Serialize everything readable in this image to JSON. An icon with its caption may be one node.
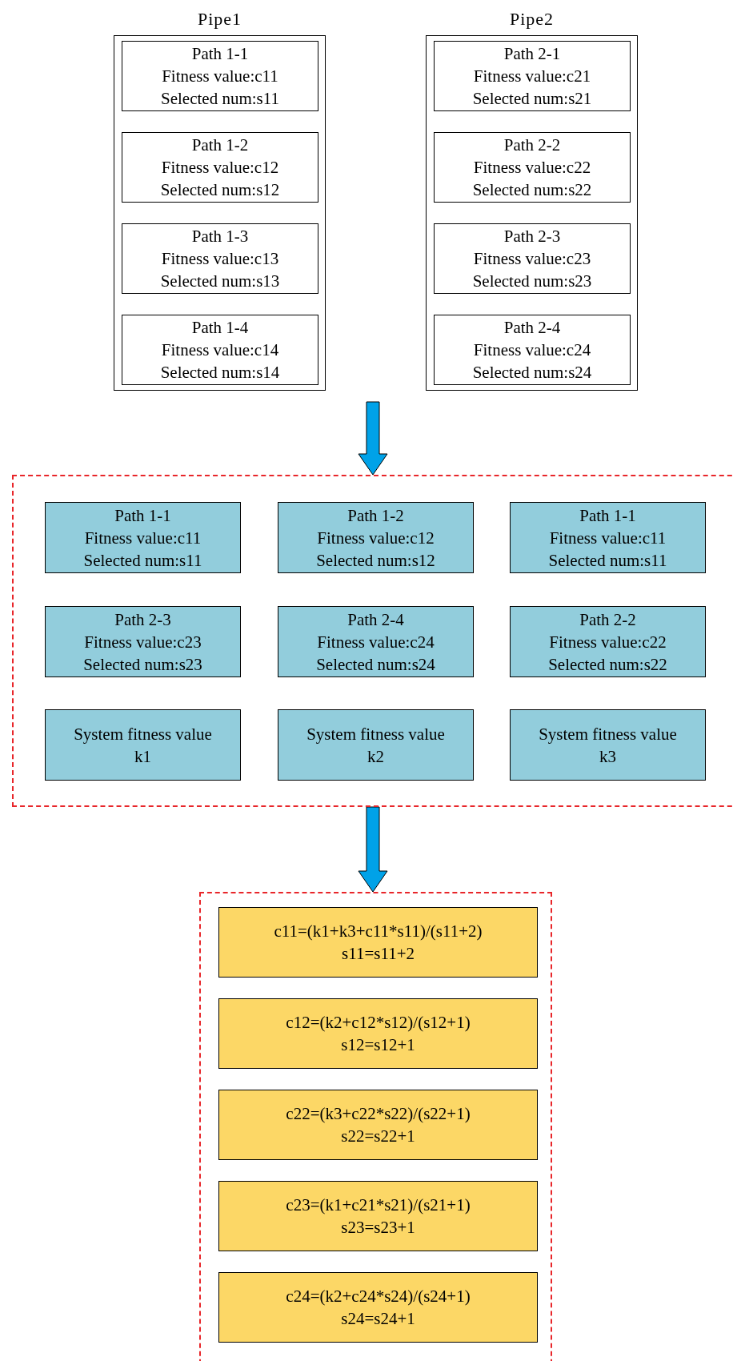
{
  "diagram": {
    "nodes": [
      {
        "text": [
          "Pipe1"
        ]
      },
      {
        "text": [
          "Path 1-1",
          "Fitness value:c11",
          "Selected num:s11"
        ],
        "in": 0
      },
      {
        "text": [
          "Path 1-2",
          "Fitness value:c12",
          "Selected num:s12"
        ],
        "in": 0
      },
      {
        "text": [
          "Path 1-3",
          "Fitness value:c13",
          "Selected num:s13"
        ],
        "in": 0
      },
      {
        "text": [
          "Path 1-4",
          "Fitness value:c14",
          "Selected num:s14"
        ],
        "in": 0
      },
      {
        "text": [
          "Pipe2"
        ]
      },
      {
        "text": [
          "Path 2-1",
          "Fitness value:c21",
          "Selected num:s21"
        ],
        "in": 5
      },
      {
        "text": [
          "Path 2-2",
          "Fitness value:c22",
          "Selected num:s22"
        ],
        "in": 5
      },
      {
        "text": [
          "Path 2-3",
          "Fitness value:c23",
          "Selected num:s23"
        ],
        "in": 5
      },
      {
        "text": [
          "Path 2-4",
          "Fitness value:c24",
          "Selected num:s24"
        ],
        "in": 5
      },
      {
        "text": [],
        "shape": "box"
      },
      {
        "text": [
          "Path 1-1",
          "Fitness value:c11",
          "Selected num:s11"
        ],
        "in": 10
      },
      {
        "text": [
          "Path 1-2",
          "Fitness value:c12",
          "Selected num:s12"
        ],
        "in": 10
      },
      {
        "text": [
          "Path 1-1",
          "Fitness value:c11",
          "Selected num:s11"
        ],
        "in": 10
      },
      {
        "text": [
          "Path 2-3",
          "Fitness value:c23",
          "Selected num:s23"
        ],
        "in": 10
      },
      {
        "text": [
          "Path 2-4",
          "Fitness value:c24",
          "Selected num:s24"
        ],
        "in": 10
      },
      {
        "text": [
          "Path 2-2",
          "Fitness value:c22",
          "Selected num:s22"
        ],
        "in": 10
      },
      {
        "text": [
          "System fitness value",
          "k1"
        ],
        "in": 10
      },
      {
        "text": [
          "System fitness value",
          "k2"
        ],
        "in": 10
      },
      {
        "text": [
          "System fitness value",
          "k3"
        ],
        "in": 10
      },
      {
        "text": [],
        "shape": "box"
      },
      {
        "text": [
          "c11=(k1+k3+c11*s11)/(s11+2)",
          "s11=s11+2"
        ],
        "in": 20
      },
      {
        "text": [
          "c12=(k2+c12*s12)/(s12+1)",
          "s12=s12+1"
        ],
        "in": 20
      },
      {
        "text": [
          "c22=(k3+c22*s22)/(s22+1)",
          "s22=s22+1"
        ],
        "in": 20
      },
      {
        "text": [
          "c23=(k1+c21*s21)/(s21+1)",
          "s23=s23+1"
        ],
        "in": 20
      },
      {
        "text": [
          "c24=(k2+c24*s24)/(s24+1)",
          "s24=s24+1"
        ],
        "in": 20
      }
    ],
    "edges": [
      {
        "from": null,
        "to": 10,
        "arrow": "to",
        "style": "thick"
      },
      {
        "from": 10,
        "to": 20,
        "arrow": "to",
        "style": "thick"
      }
    ]
  }
}
